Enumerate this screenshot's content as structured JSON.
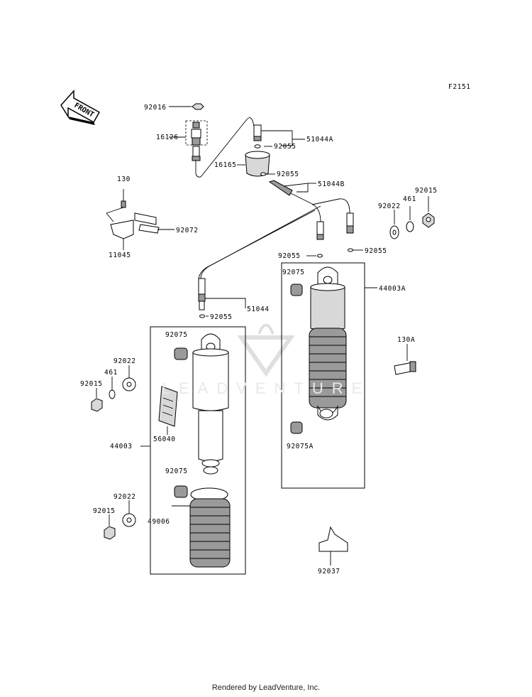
{
  "figure_code": "F2151",
  "front_arrow": "FRONT",
  "watermark": "LEADVENTURE",
  "footer": "Rendered by LeadVenture, Inc.",
  "labels": {
    "p92016": "92016",
    "p16126": "16126",
    "p51044A": "51044A",
    "p92055_a": "92055",
    "p16165": "16165",
    "p92055_b": "92055",
    "p51044B": "51044B",
    "p130": "130",
    "p92072": "92072",
    "p11045": "11045",
    "p92022_r": "92022",
    "p461_r": "461",
    "p92015_r": "92015",
    "p92055_c": "92055",
    "p92055_d": "92055",
    "p92075_r": "92075",
    "p44003A": "44003A",
    "p51044": "51044",
    "p92055_e": "92055",
    "p130A": "130A",
    "p92075_l": "92075",
    "p92022_l": "92022",
    "p461_l": "461",
    "p92015_l": "92015",
    "p56040": "56040",
    "p44003": "44003",
    "p92075A": "92075A",
    "p92075_l2": "92075",
    "p92022_l2": "92022",
    "p92015_l2": "92015",
    "p49006": "49006",
    "p92037": "92037"
  }
}
